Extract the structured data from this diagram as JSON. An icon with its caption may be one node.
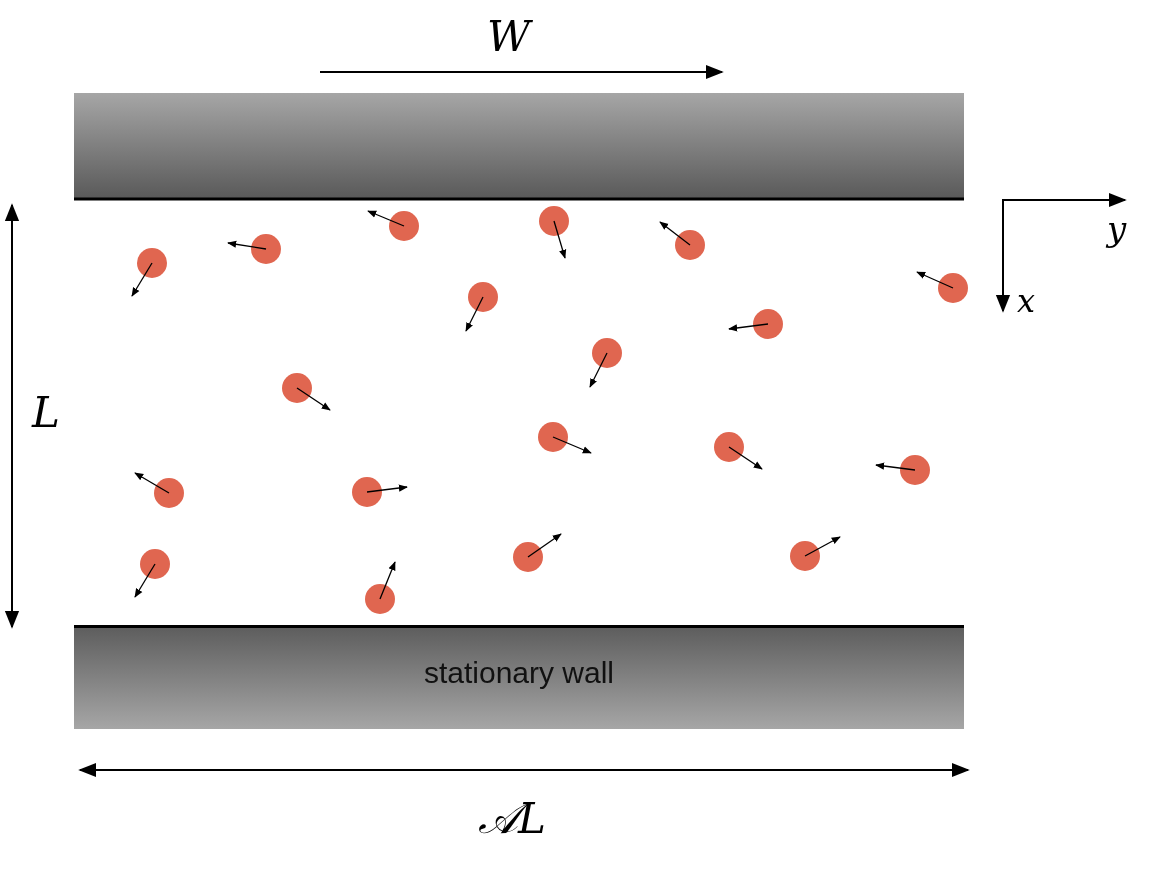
{
  "diagram": {
    "nodes": [
      {
        "text": [
          "stationary wall"
        ]
      }
    ],
    "edges": [],
    "labels": [
      "W",
      "y",
      "x",
      "L",
      "𝒜L"
    ]
  }
}
